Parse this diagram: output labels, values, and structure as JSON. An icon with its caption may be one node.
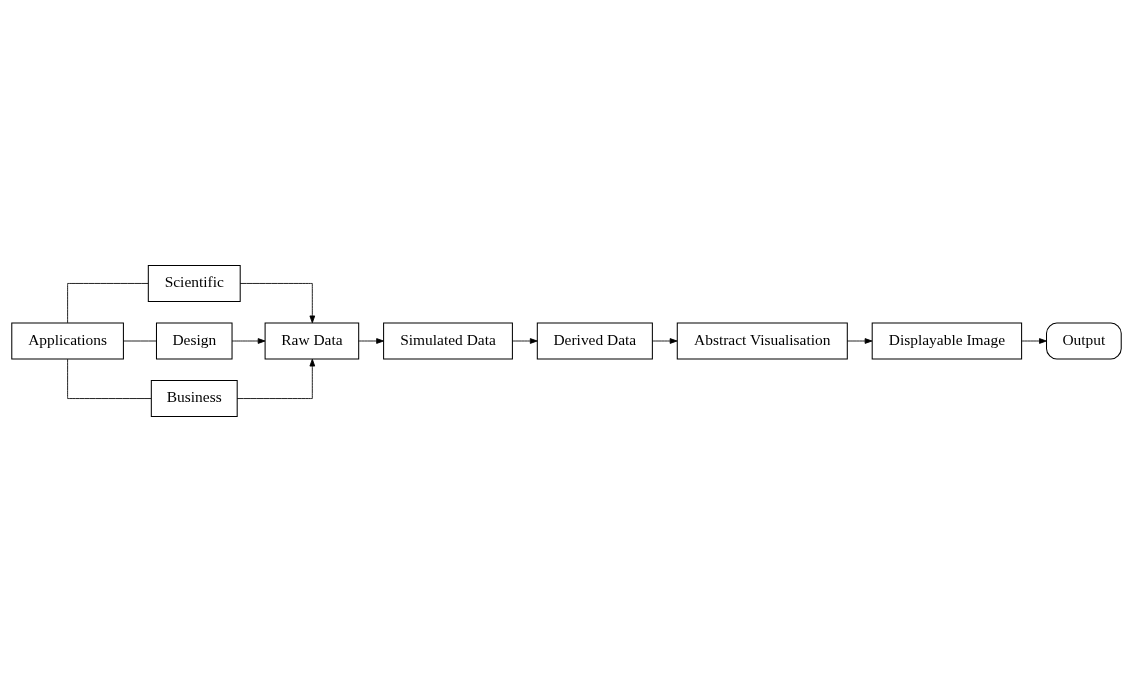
{
  "diagram": {
    "nodes": [
      {
        "text": [
          "Applications"
        ]
      },
      {
        "text": [
          "Scientific"
        ]
      },
      {
        "text": [
          "Design"
        ]
      },
      {
        "text": [
          "Business"
        ]
      },
      {
        "text": [
          "Raw Data"
        ]
      },
      {
        "text": [
          "Simulated Data"
        ]
      },
      {
        "text": [
          "Derived Data"
        ]
      },
      {
        "text": [
          "Abstract Visualisation"
        ]
      },
      {
        "text": [
          "Displayable Image"
        ]
      },
      {
        "text": [
          "Output"
        ]
      }
    ],
    "edges": [
      {
        "from": 0,
        "to": 1,
        "arrow": "none"
      },
      {
        "from": 0,
        "to": 2,
        "arrow": "none"
      },
      {
        "from": 0,
        "to": 3,
        "arrow": "none"
      },
      {
        "from": 1,
        "to": 4,
        "arrow": "to"
      },
      {
        "from": 2,
        "to": 4,
        "arrow": "to"
      },
      {
        "from": 3,
        "to": 4,
        "arrow": "to"
      },
      {
        "from": 4,
        "to": 5,
        "arrow": "to"
      },
      {
        "from": 5,
        "to": 6,
        "arrow": "to"
      },
      {
        "from": 6,
        "to": 7,
        "arrow": "to"
      },
      {
        "from": 7,
        "to": 8,
        "arrow": "to"
      },
      {
        "from": 8,
        "to": 9,
        "arrow": "to"
      }
    ]
  }
}
